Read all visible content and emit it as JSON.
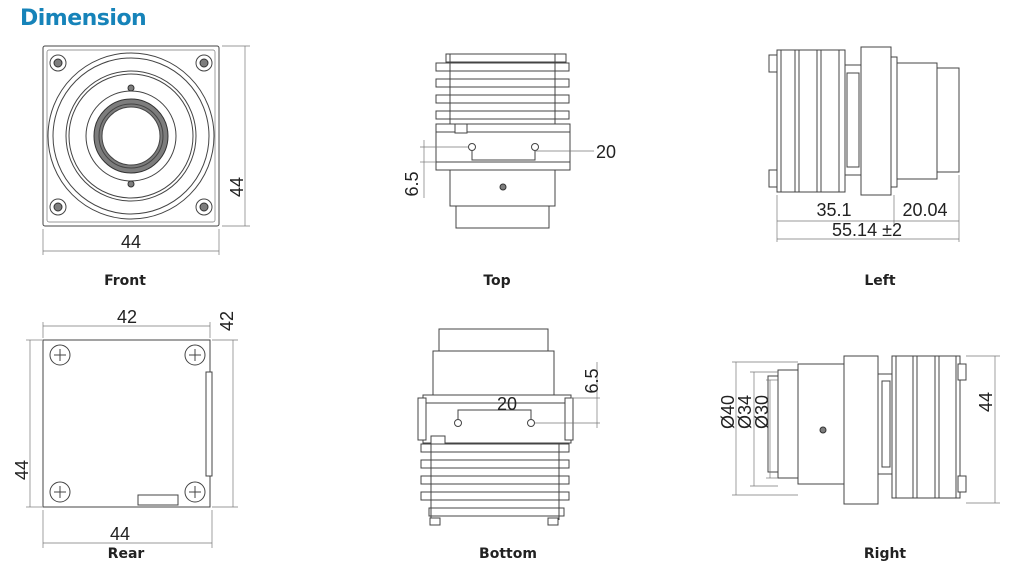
{
  "title": "Dimension",
  "views": {
    "front": {
      "caption": "Front",
      "width": "44",
      "height": "44"
    },
    "top": {
      "caption": "Top",
      "spacing": "20",
      "offset": "6.5"
    },
    "left": {
      "caption": "Left",
      "body": "35.1",
      "lens": "20.04",
      "total": "55.14 ±2"
    },
    "rear": {
      "caption": "Rear",
      "inner": "42",
      "inner_h": "42",
      "width": "44",
      "height": "44"
    },
    "bottom": {
      "caption": "Bottom",
      "spacing": "20",
      "offset": "6.5"
    },
    "right": {
      "caption": "Right",
      "d40": "Ø40",
      "d34": "Ø34",
      "d30": "Ø30",
      "height": "44"
    }
  },
  "colors": {
    "title": "#1683b9",
    "line": "#444444"
  }
}
